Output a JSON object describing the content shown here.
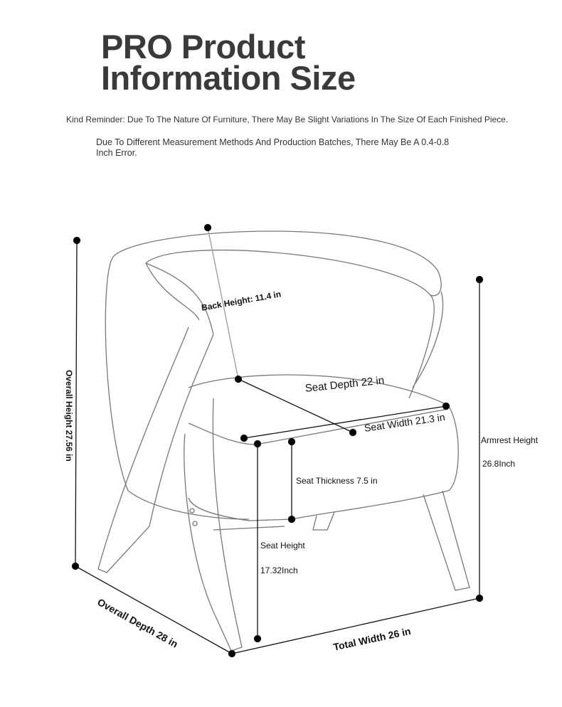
{
  "header": {
    "title_line1": "PRO Product",
    "title_line2": "Information Size",
    "reminder": "Kind Reminder: Due To The Nature Of Furniture, There May Be Slight Variations In The Size Of Each Finished Piece.",
    "error_note": "Due To Different Measurement Methods And Production Batches, There May Be A 0.4-0.8 Inch Error."
  },
  "dimensions": {
    "back_height": "Back Height: 11.4 in",
    "seat_depth": "Seat Depth 22 in",
    "seat_width": "Seat Width 21.3 in",
    "seat_thickness": "Seat Thickness 7.5 in",
    "overall_height": "Overall Height 27.56 in",
    "armrest_height_label": "Armrest Height",
    "armrest_height_value": "26.8Inch",
    "seat_height_label": "Seat Height",
    "seat_height_value": "17.32Inch",
    "overall_depth": "Overall Depth 28 in",
    "total_width": "Total Width 26 in"
  }
}
